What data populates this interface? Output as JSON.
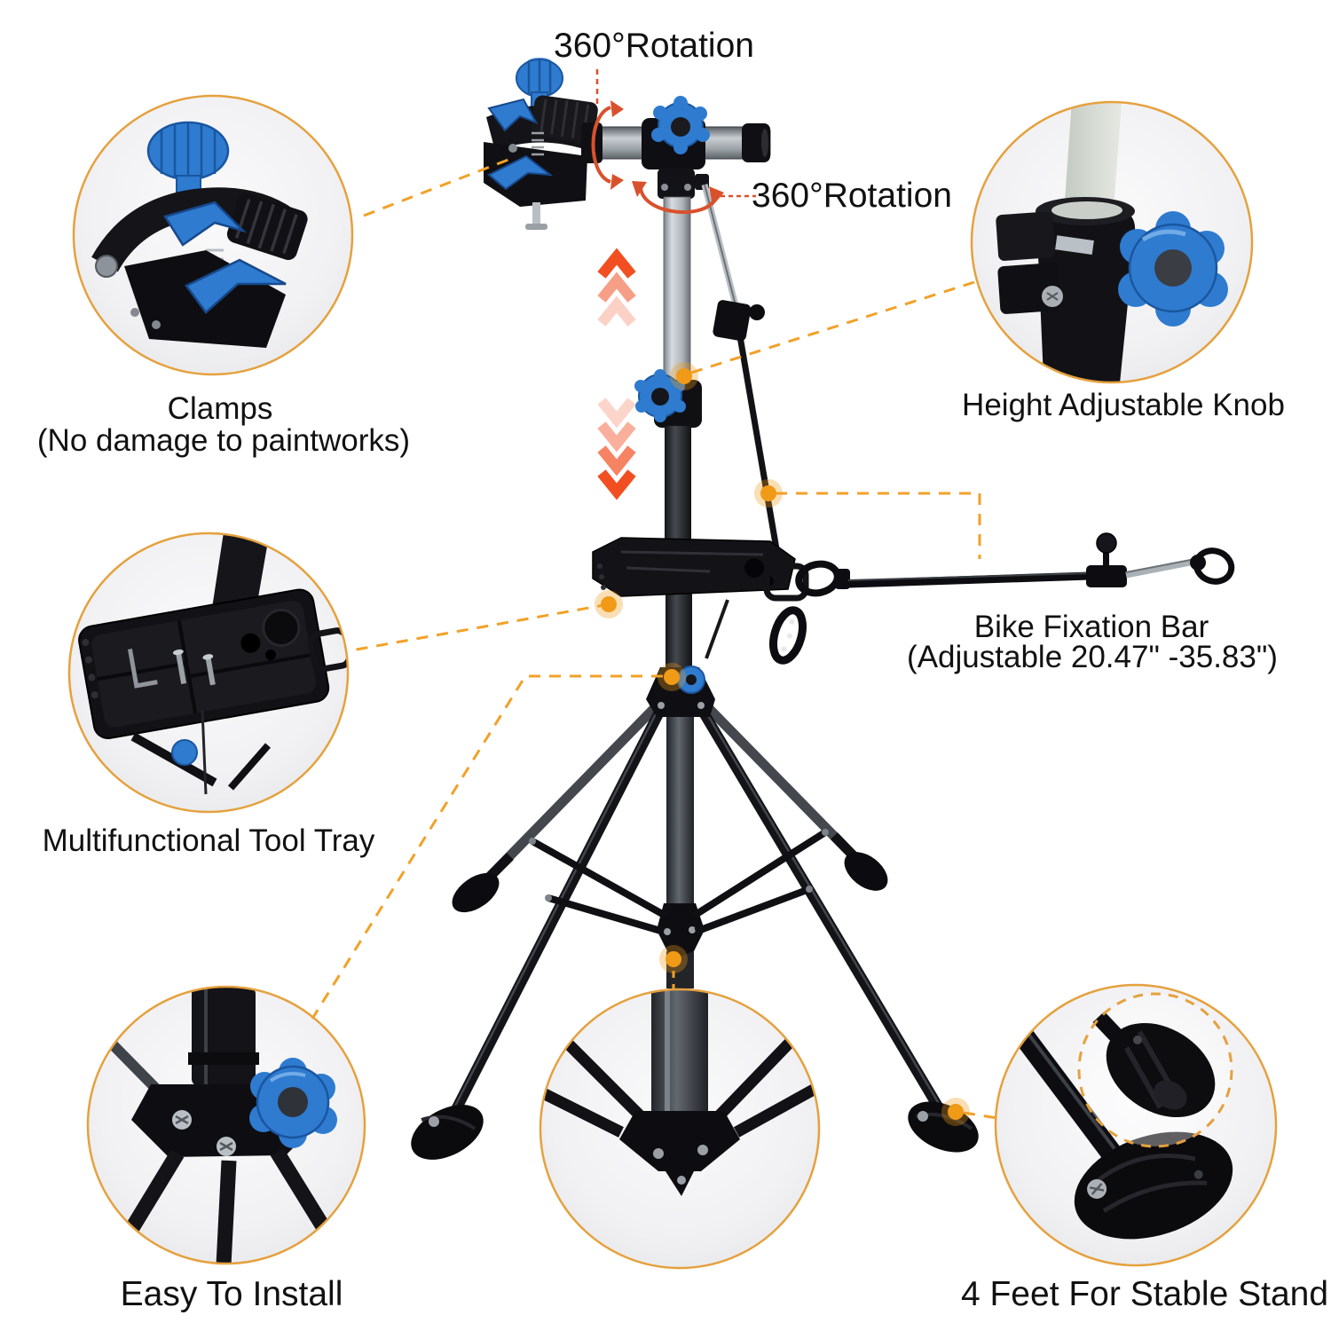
{
  "labels": {
    "rotation_top": "360°Rotation",
    "rotation_mid": "360°Rotation",
    "clamps_title": "Clamps",
    "clamps_sub": "(No damage to paintworks)",
    "height_knob": "Height Adjustable Knob",
    "tool_tray": "Multifunctional Tool Tray",
    "fixation_title": "Bike Fixation Bar",
    "fixation_sub": "(Adjustable 20.47\" -35.83\")",
    "easy_install": "Easy To Install",
    "four_feet": "4 Feet For Stable Stand"
  },
  "colors": {
    "background": "#FFFFFF",
    "text": "#111111",
    "callout_ring": "#E5A13E",
    "connector": "#F2A128",
    "dot": "#F09A18",
    "rotation_red": "#D9512C",
    "chevron": "#F14E22",
    "knob_blue": "#2E7BD0"
  }
}
